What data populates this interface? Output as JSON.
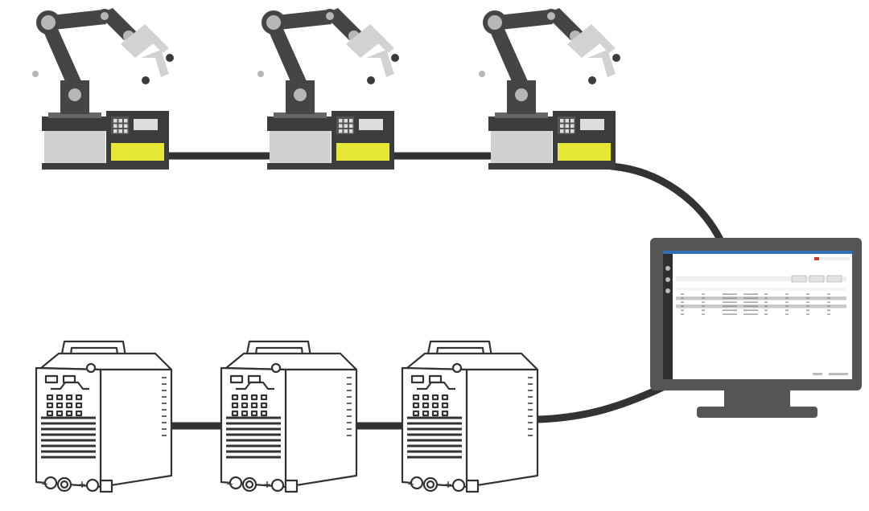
{
  "colors": {
    "line": "#333333",
    "robot_arm": "#454545",
    "robot_joint": "#b7b7b7",
    "gripper": "#d2d2d2",
    "base_top": "#3c3c3c",
    "base_gray": "#d1d1d1",
    "yellow_panel": "#e6e634",
    "monitor_frame": "#555555",
    "screen_bg": "#ffffff",
    "screen_sidebar": "#2f2f2f",
    "screen_header": "#2e6fb8",
    "accent_red": "#d23a2a",
    "row_highlight": "#c9c9c9"
  },
  "diagram": {
    "robots": [
      {
        "id": "robot-1"
      },
      {
        "id": "robot-2"
      },
      {
        "id": "robot-3"
      }
    ],
    "welders": [
      {
        "id": "welder-1",
        "minus_label": "−",
        "plus_label": "+"
      },
      {
        "id": "welder-2",
        "minus_label": "−",
        "plus_label": "+"
      },
      {
        "id": "welder-3",
        "minus_label": "−",
        "plus_label": "+"
      }
    ],
    "monitor": {
      "table_rows": 6,
      "table_cols": 8,
      "highlighted_rows": [
        1,
        3
      ]
    }
  }
}
